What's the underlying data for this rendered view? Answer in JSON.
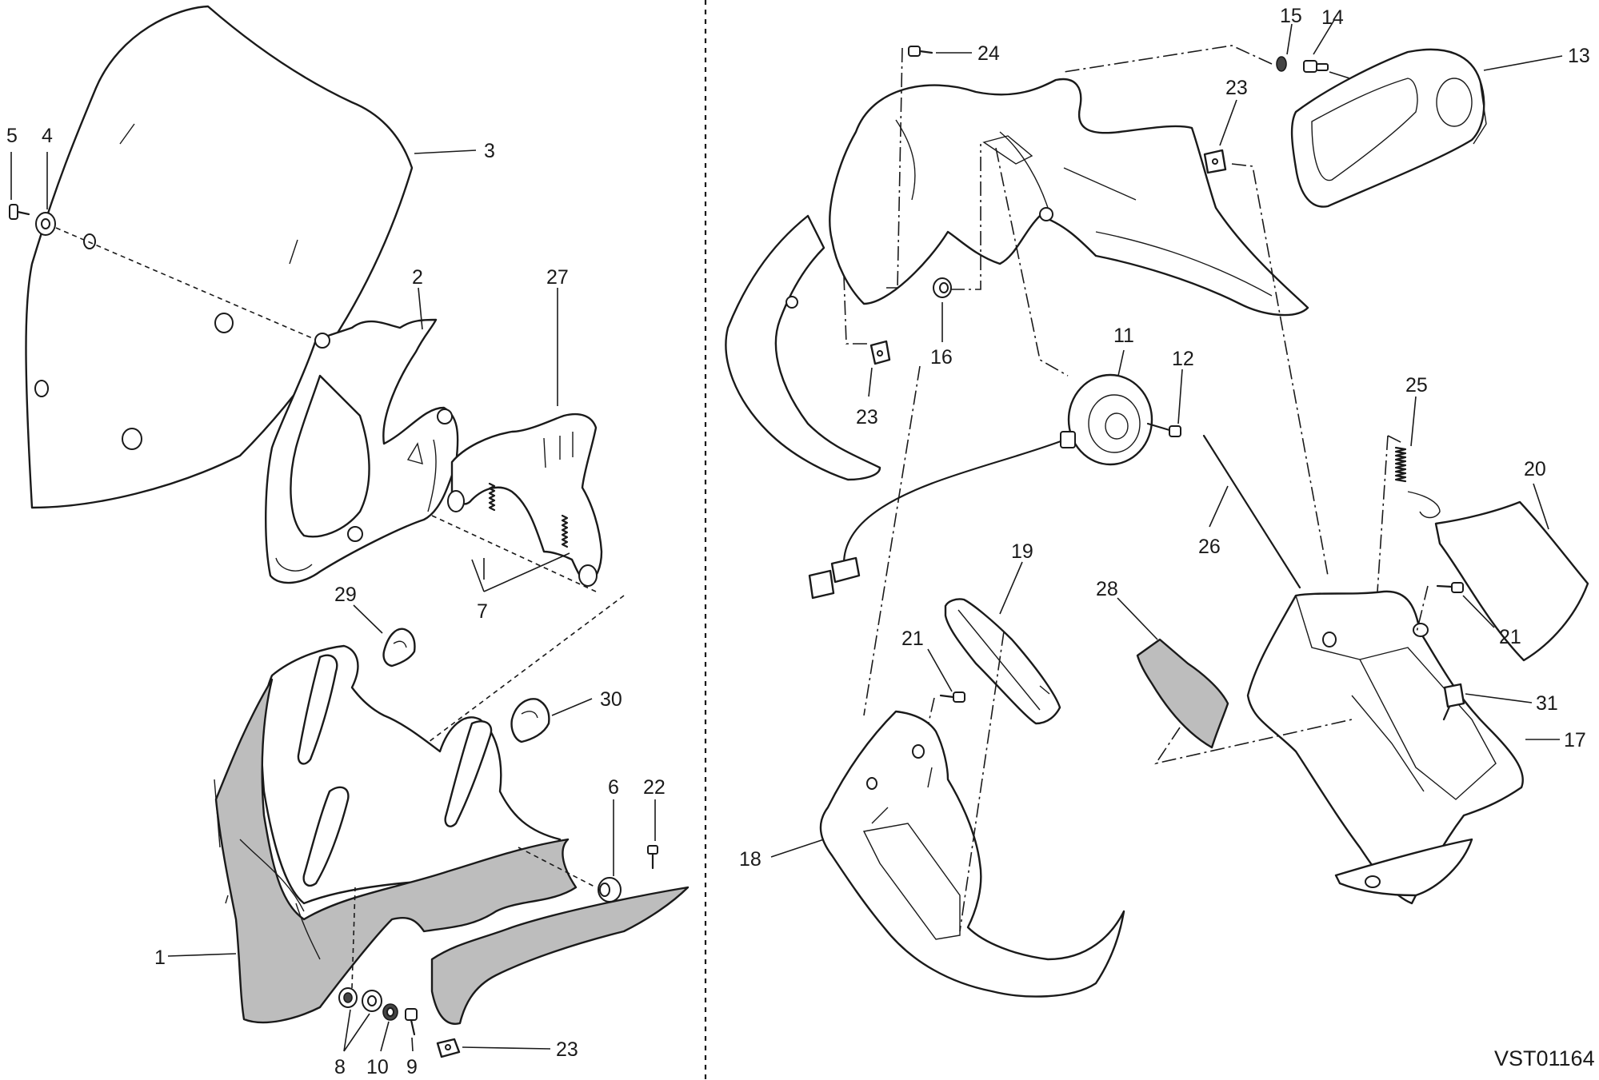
{
  "drawing_code": "VST01164",
  "callouts": {
    "c1": "1",
    "c2": "2",
    "c3": "3",
    "c4": "4",
    "c5": "5",
    "c6": "6",
    "c7": "7",
    "c8": "8",
    "c9": "9",
    "c10": "10",
    "c11": "11",
    "c12": "12",
    "c13": "13",
    "c14": "14",
    "c15": "15",
    "c16": "16",
    "c17": "17",
    "c18": "18",
    "c19": "19",
    "c20": "20",
    "c21a": "21",
    "c21b": "21",
    "c22": "22",
    "c23a": "23",
    "c23b": "23",
    "c23c": "23",
    "c24": "24",
    "c25": "25",
    "c26": "26",
    "c27": "27",
    "c28": "28",
    "c29": "29",
    "c30": "30",
    "c31": "31"
  },
  "colors": {
    "line": "#1a1a1a",
    "shaded_part": "#bdbdbd",
    "background": "#ffffff"
  }
}
